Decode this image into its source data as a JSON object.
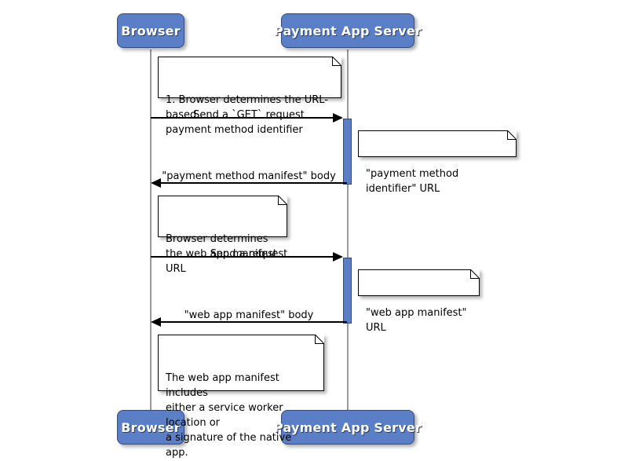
{
  "diagram": {
    "type": "sequence-diagram",
    "title": "",
    "colors": {
      "participant_fill": "#5B7FC7",
      "participant_border": "#32497A",
      "participant_text": "#FFFFFF",
      "lifeline": "#9A9A9A",
      "activation_fill": "#5B7FC7",
      "note_fill": "#FFFFFF",
      "line": "#000000",
      "background": "#FFFFFF"
    }
  },
  "participants": [
    {
      "id": "browser",
      "label": "Browser"
    },
    {
      "id": "server",
      "label": "Payment App Server"
    }
  ],
  "participants_bottom": [
    {
      "id": "browser",
      "label": "Browser"
    },
    {
      "id": "server",
      "label": "Payment App Server"
    }
  ],
  "messages": [
    {
      "id": "m1",
      "from": "browser",
      "to": "server",
      "label": "Send a `GET` request",
      "direction": "right"
    },
    {
      "id": "m2",
      "from": "server",
      "to": "browser",
      "label": "\"payment method manifest\" body",
      "direction": "left"
    },
    {
      "id": "m3",
      "from": "browser",
      "to": "server",
      "label": "Send a request",
      "direction": "right"
    },
    {
      "id": "m4",
      "from": "server",
      "to": "browser",
      "label": "\"web app manifest\" body",
      "direction": "left"
    }
  ],
  "notes": [
    {
      "id": "n1",
      "attached_to": "browser",
      "side": "right",
      "text": "1. Browser determines the URL-based\npayment method identifier"
    },
    {
      "id": "n2",
      "attached_to": "server",
      "side": "right",
      "text": "\"payment method identifier\" URL"
    },
    {
      "id": "n3",
      "attached_to": "browser",
      "side": "right",
      "text": "Browser determines\nthe web app manifest URL"
    },
    {
      "id": "n4",
      "attached_to": "server",
      "side": "right",
      "text": "\"web app manifest\" URL"
    },
    {
      "id": "n5",
      "attached_to": "browser",
      "side": "right",
      "text": "The web app manifest includes\neither a service worker location or\na signature of the native app."
    }
  ],
  "activations": [
    {
      "id": "a1",
      "participant": "server",
      "from_message": "m1",
      "to_message": "m2"
    },
    {
      "id": "a2",
      "participant": "server",
      "from_message": "m3",
      "to_message": "m4"
    }
  ]
}
